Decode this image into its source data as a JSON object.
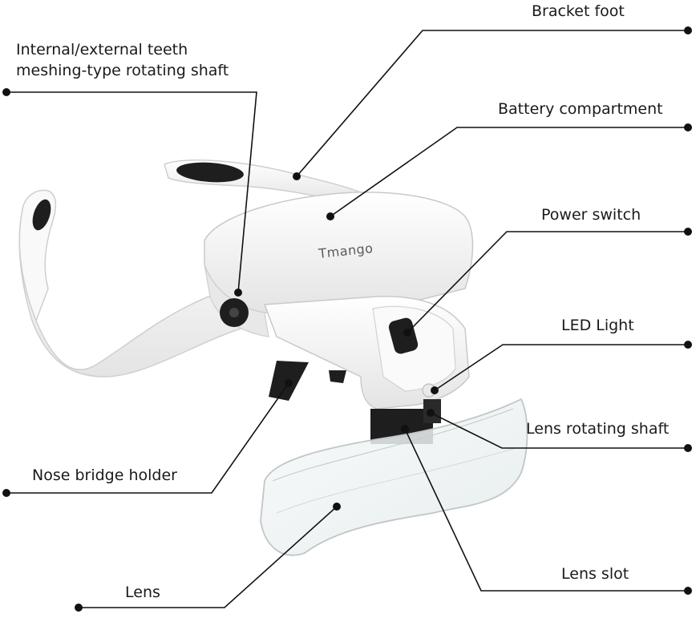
{
  "brand": "Tmango",
  "callouts": {
    "bracket_foot": "Bracket foot",
    "rotating_shaft_line1": "Internal/external teeth",
    "rotating_shaft_line2": "meshing-type rotating shaft",
    "battery_compartment": "Battery compartment",
    "power_switch": "Power switch",
    "led_light": "LED Light",
    "lens_rotating_shaft": "Lens rotating shaft",
    "nose_bridge_holder": "Nose bridge holder",
    "lens_slot": "Lens slot",
    "lens": "Lens"
  },
  "colors": {
    "leader_line": "#111111",
    "headset_body": "#f4f4f4",
    "headset_outline": "#c9c9c9",
    "dark_parts": "#1e1e1e",
    "lens_tint": "#eef3f3"
  }
}
